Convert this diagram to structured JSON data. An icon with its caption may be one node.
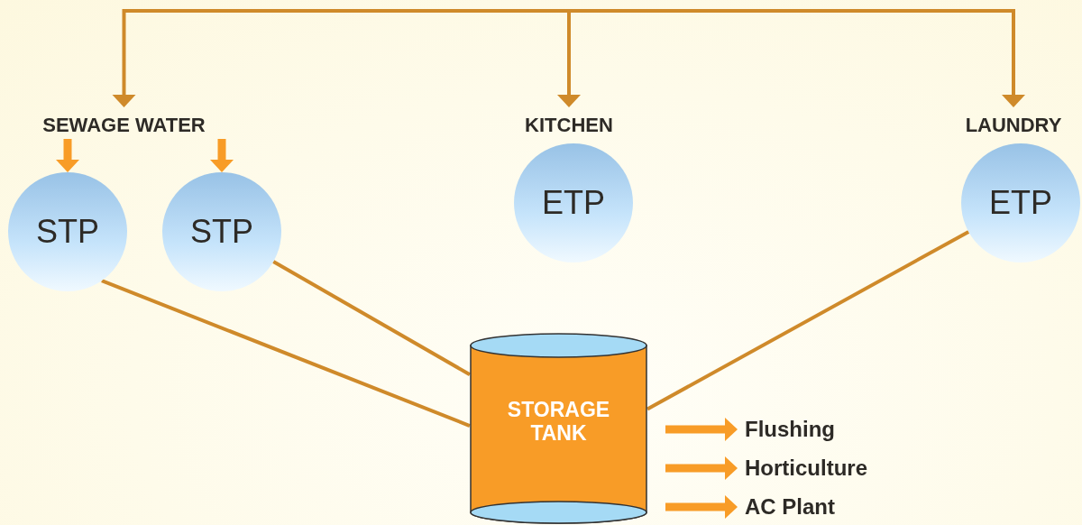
{
  "diagram": {
    "nodes": [
      {
        "text": [
          "SEWAGE WATER"
        ]
      },
      {
        "text": [
          "KITCHEN"
        ]
      },
      {
        "text": [
          "LAUNDRY"
        ]
      },
      {
        "text": [
          "STP"
        ]
      },
      {
        "text": [
          "STP"
        ]
      },
      {
        "text": [
          "ETP"
        ]
      },
      {
        "text": [
          "ETP"
        ]
      },
      {
        "text": [
          "STORAGE TANK"
        ]
      },
      {
        "text": [
          "Flushing"
        ]
      },
      {
        "text": [
          "Horticulture"
        ]
      },
      {
        "text": [
          "AC Plant"
        ]
      }
    ],
    "edges": [
      {
        "from": null,
        "to": 0,
        "arrow": "to"
      },
      {
        "from": null,
        "to": 1,
        "arrow": "to"
      },
      {
        "from": null,
        "to": 2,
        "arrow": "to"
      },
      {
        "from": 0,
        "to": 3,
        "arrow": "to",
        "style": "thick",
        "color": "#f89c27"
      },
      {
        "from": 0,
        "to": 4,
        "arrow": "to",
        "style": "thick",
        "color": "#f89c27"
      },
      {
        "from": 3,
        "to": 7,
        "arrow": "none"
      },
      {
        "from": 4,
        "to": 7,
        "arrow": "none"
      },
      {
        "from": 6,
        "to": 7,
        "arrow": "none"
      },
      {
        "from": 7,
        "to": 8,
        "arrow": "to",
        "style": "thick",
        "color": "#f89c27"
      },
      {
        "from": 7,
        "to": 9,
        "arrow": "to",
        "style": "thick",
        "color": "#f89c27"
      },
      {
        "from": 7,
        "to": 10,
        "arrow": "to",
        "style": "thick",
        "color": "#f89c27"
      }
    ]
  }
}
